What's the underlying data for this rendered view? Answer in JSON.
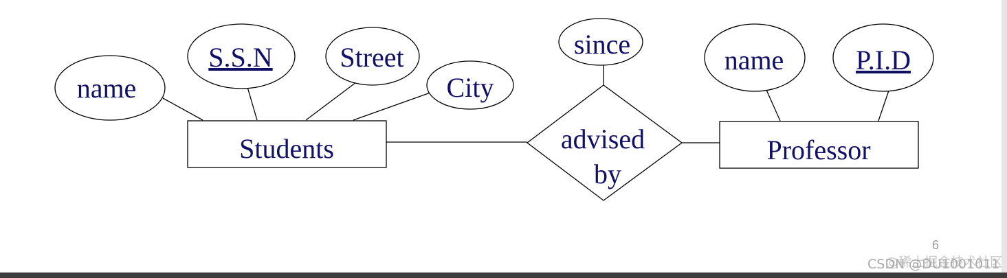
{
  "entities": {
    "students": "Students",
    "professor": "Professor"
  },
  "relationship": {
    "line1": "advised",
    "line2": "by"
  },
  "attributes": {
    "students_name": "name",
    "students_ssn": "S.S.N",
    "students_street": "Street",
    "students_city": "City",
    "relationship_since": "since",
    "professor_name": "name",
    "professor_pid": "P.I.D"
  },
  "page_number": "6",
  "watermarks": {
    "juejin": "@稀土掘金技术社区",
    "csdn": "CSDN @DU1001011"
  },
  "colors": {
    "label_text": "#101066",
    "outline": "#000000"
  }
}
